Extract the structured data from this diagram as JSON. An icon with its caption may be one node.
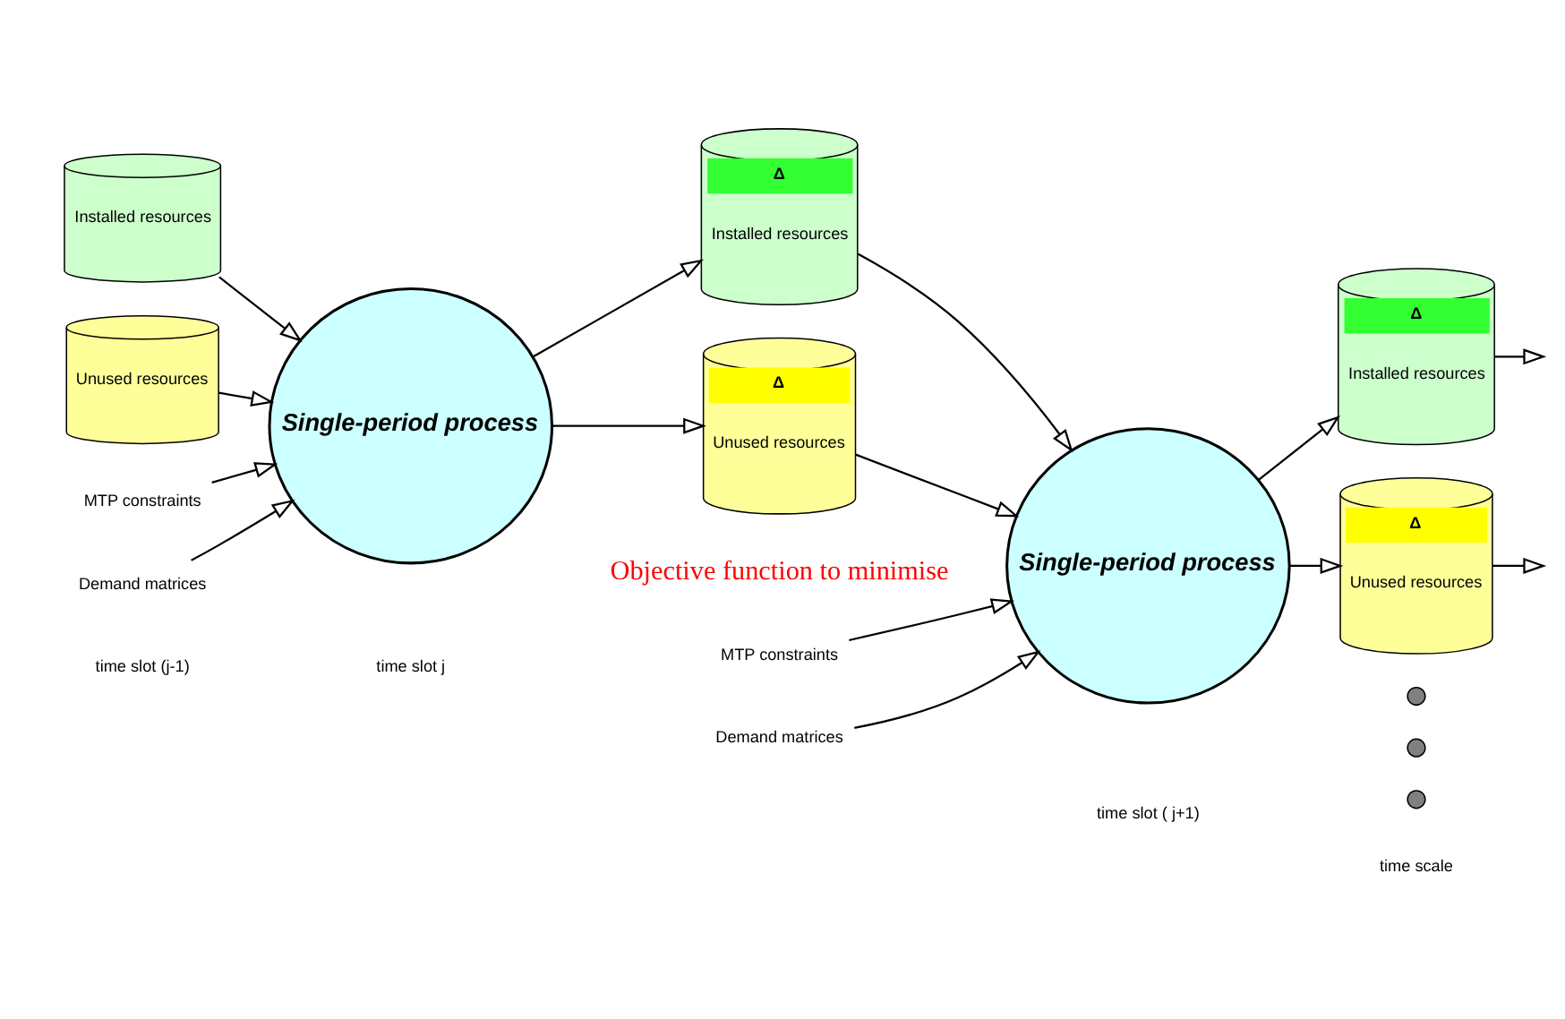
{
  "diagram": {
    "nodes": [
      {
        "text": [
          "Installed resources"
        ]
      },
      {
        "text": [
          "Unused resources"
        ]
      },
      {
        "text": [
          "MTP constraints"
        ]
      },
      {
        "text": [
          "Demand matrices"
        ]
      },
      {
        "text": [
          "Single-period process"
        ]
      },
      {
        "text": [
          "Δ",
          "Installed resources"
        ]
      },
      {
        "text": [
          "Δ",
          "Unused resources"
        ]
      },
      {
        "text": [
          "MTP constraints"
        ]
      },
      {
        "text": [
          "Demand matrices"
        ]
      },
      {
        "text": [
          "Single-period process"
        ]
      },
      {
        "text": [
          "Δ",
          "Installed resources"
        ]
      },
      {
        "text": [
          "Δ",
          "Unused resources"
        ]
      },
      {
        "text": [],
        "shape": "circle"
      },
      {
        "text": [],
        "shape": "circle"
      },
      {
        "text": [],
        "shape": "circle"
      }
    ],
    "edges": [
      {
        "from": 0,
        "to": 4,
        "arrow": "to"
      },
      {
        "from": 1,
        "to": 4,
        "arrow": "to"
      },
      {
        "from": 2,
        "to": 4,
        "arrow": "to"
      },
      {
        "from": 3,
        "to": 4,
        "arrow": "to"
      },
      {
        "from": 4,
        "to": 5,
        "arrow": "to"
      },
      {
        "from": 4,
        "to": 6,
        "arrow": "to"
      },
      {
        "from": 5,
        "to": 9,
        "arrow": "to"
      },
      {
        "from": 6,
        "to": 9,
        "arrow": "to"
      },
      {
        "from": 7,
        "to": 9,
        "arrow": "to"
      },
      {
        "from": 8,
        "to": 9,
        "arrow": "to"
      },
      {
        "from": 9,
        "to": 10,
        "arrow": "to"
      },
      {
        "from": 9,
        "to": 11,
        "arrow": "to"
      },
      {
        "from": 10,
        "to": null,
        "arrow": "to"
      },
      {
        "from": 11,
        "to": null,
        "arrow": "to"
      }
    ],
    "labels": [
      "time slot (j-1)",
      "time slot j",
      "time slot ( j+1)",
      "time scale",
      "Objective function to minimise"
    ]
  }
}
